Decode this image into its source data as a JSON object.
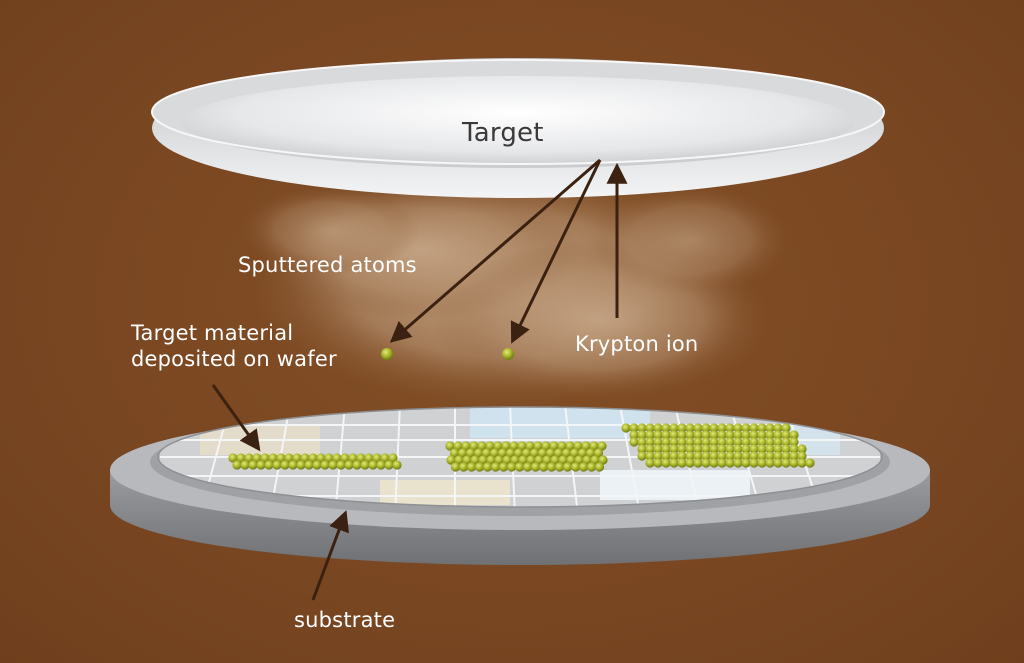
{
  "labels": {
    "target": "Target",
    "sputtered_atoms": "Sputtered atoms",
    "deposited_line1": "Target material",
    "deposited_line2": "deposited on wafer",
    "krypton_ion": "Krypton ion",
    "substrate": "substrate"
  },
  "colors": {
    "background": "#7a4722",
    "target_disc": "#e4e5e7",
    "wafer": "#c9cbcd",
    "atoms": "#a9b52c",
    "arrows": "#3b2111",
    "plume": "#c7a88a"
  }
}
